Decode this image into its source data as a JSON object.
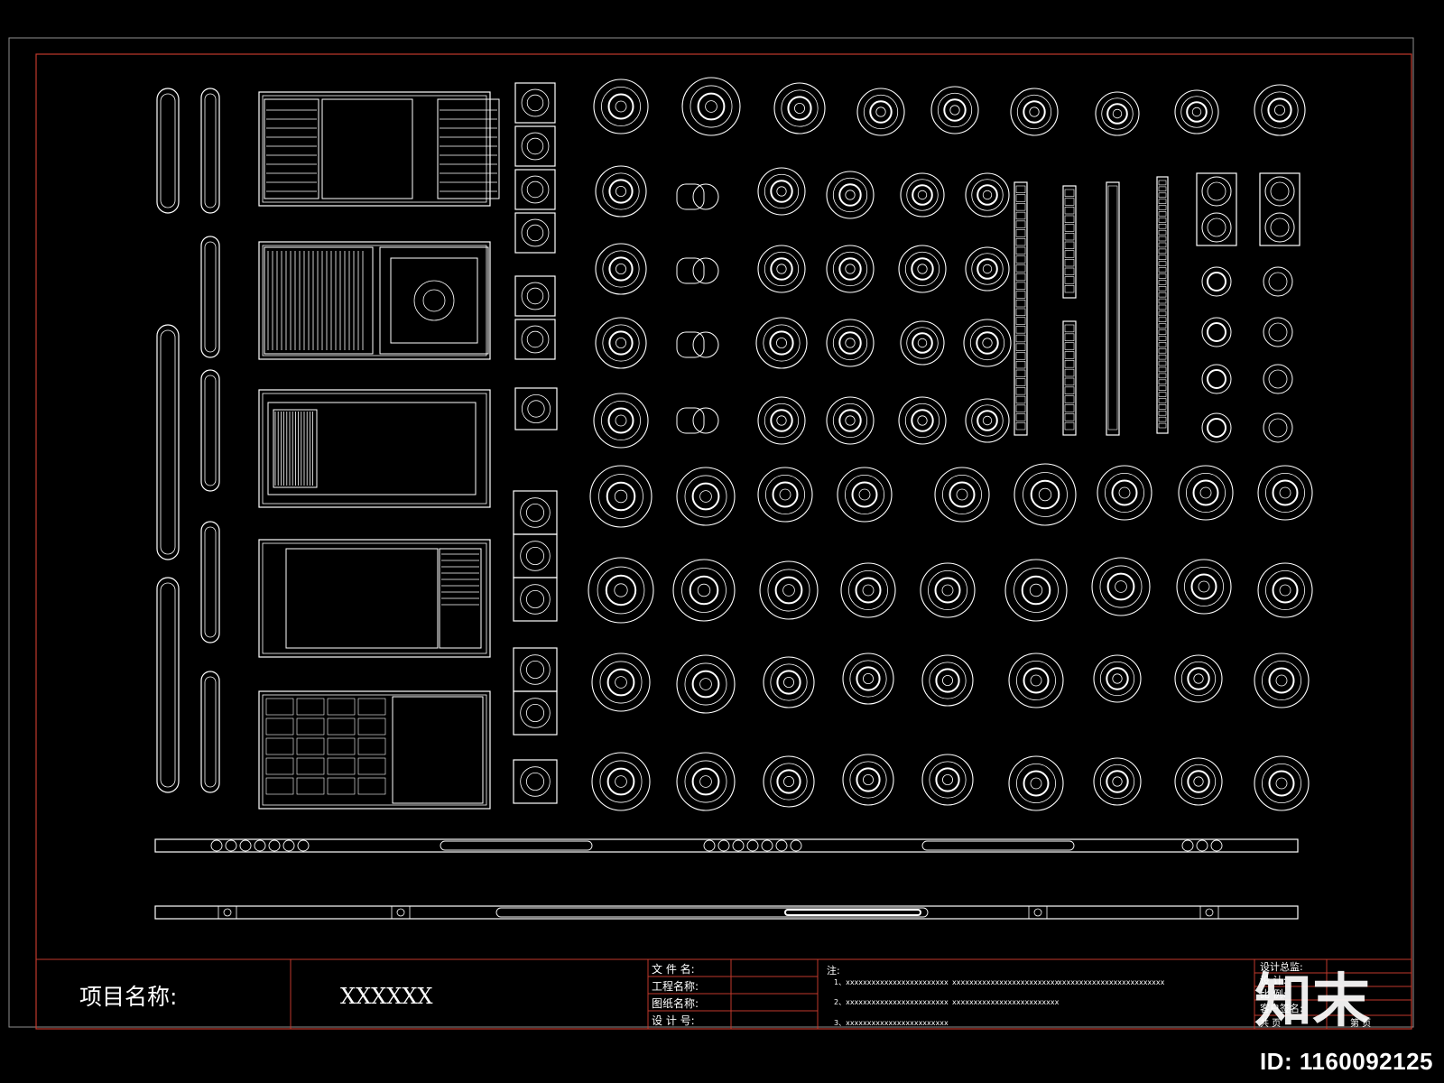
{
  "title_block": {
    "project_label": "项目名称:",
    "project_value": "XXXXXX",
    "file_name_label": "文 件 名:",
    "engineering_name_label": "工程名称:",
    "drawing_name_label": "图纸名称:",
    "design_no_label": "设 计 号:",
    "notes_label": "注:",
    "note_1_a": "1、xxxxxxxxxxxxxxxxxxxxxxxx",
    "note_1_b": "xxxxxxxxxxxxxxxxxxxxxxxxx",
    "note_1_c": "xxxxxxxxxxxxxxxxxxxxxxxxx",
    "note_2_a": "2、xxxxxxxxxxxxxxxxxxxxxxxx",
    "note_2_b": "xxxxxxxxxxxxxxxxxxxxxxxxx",
    "note_3_a": "3、xxxxxxxxxxxxxxxxxxxxxxxx",
    "sign_design_director": "设计总监:",
    "sign_design": "设  计:",
    "sign_scale": "比  例:",
    "sign_client": "客户签名:",
    "total_pages": "共    页",
    "page_no": "第    页"
  },
  "brand_mark": "知末",
  "image_id": "ID: 1160092125",
  "colors": {
    "background": "#000000",
    "line": "#ffffff",
    "frame": "#c0392b",
    "outer": "#9a9a9a"
  }
}
